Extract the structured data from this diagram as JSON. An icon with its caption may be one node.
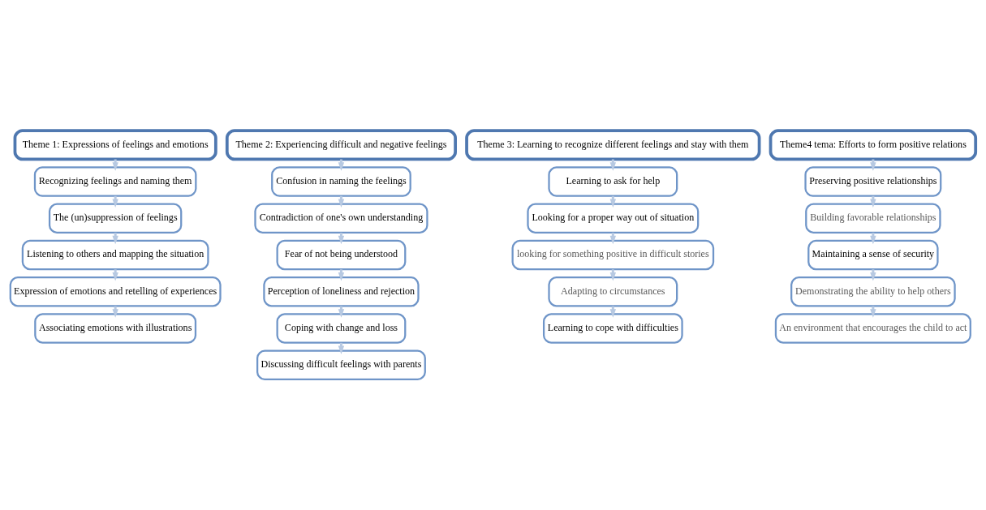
{
  "diagram": {
    "nodes": [
      {
        "text": [
          "Theme 1: Expressions of feelings and emotions"
        ]
      },
      {
        "text": [
          "Recognizing feelings and naming them"
        ]
      },
      {
        "text": [
          "The (un)suppression of feelings"
        ]
      },
      {
        "text": [
          "Listening to others and mapping the situation"
        ]
      },
      {
        "text": [
          "Expression of emotions and retelling of experiences"
        ]
      },
      {
        "text": [
          "Associating emotions with illustrations"
        ]
      },
      {
        "text": [
          "Theme 2: Experiencing difficult and negative feelings"
        ]
      },
      {
        "text": [
          "Confusion in naming the feelings"
        ]
      },
      {
        "text": [
          "Contradiction of one's own understanding"
        ]
      },
      {
        "text": [
          "Fear of not being understood"
        ]
      },
      {
        "text": [
          "Perception of loneliness and rejection"
        ]
      },
      {
        "text": [
          "Coping with change and loss"
        ]
      },
      {
        "text": [
          "Discussing difficult feelings with parents"
        ]
      },
      {
        "text": [
          "Theme 3: Learning to recognize different feelings and stay with them"
        ]
      },
      {
        "text": [
          "Learning to ask for help"
        ]
      },
      {
        "text": [
          "Looking for a proper way out of situation"
        ]
      },
      {
        "text": [
          "looking for something positive in difficult stories"
        ]
      },
      {
        "text": [
          "Adapting to circumstances"
        ]
      },
      {
        "text": [
          "Learning to cope with difficulties"
        ]
      },
      {
        "text": [
          "Theme4 tema: Efforts to form positive relations"
        ]
      },
      {
        "text": [
          "Preserving positive relationships"
        ]
      },
      {
        "text": [
          "Building favorable relationships"
        ]
      },
      {
        "text": [
          "Maintaining a sense of security"
        ]
      },
      {
        "text": [
          "Demonstrating the ability to help others"
        ]
      },
      {
        "text": [
          "An environment that encourages the child to act"
        ]
      }
    ],
    "edges": [
      {
        "from": 0,
        "to": 1,
        "arrow": "to"
      },
      {
        "from": 1,
        "to": 2,
        "arrow": "to"
      },
      {
        "from": 2,
        "to": 3,
        "arrow": "to"
      },
      {
        "from": 3,
        "to": 4,
        "arrow": "to"
      },
      {
        "from": 4,
        "to": 5,
        "arrow": "to"
      },
      {
        "from": 6,
        "to": 7,
        "arrow": "to"
      },
      {
        "from": 7,
        "to": 8,
        "arrow": "to"
      },
      {
        "from": 8,
        "to": 9,
        "arrow": "to"
      },
      {
        "from": 9,
        "to": 10,
        "arrow": "to"
      },
      {
        "from": 10,
        "to": 11,
        "arrow": "to"
      },
      {
        "from": 11,
        "to": 12,
        "arrow": "to"
      },
      {
        "from": 13,
        "to": 14,
        "arrow": "to"
      },
      {
        "from": 14,
        "to": 15,
        "arrow": "to"
      },
      {
        "from": 15,
        "to": 16,
        "arrow": "to"
      },
      {
        "from": 16,
        "to": 17,
        "arrow": "to"
      },
      {
        "from": 17,
        "to": 18,
        "arrow": "to"
      },
      {
        "from": 19,
        "to": 20,
        "arrow": "to"
      },
      {
        "from": 20,
        "to": 21,
        "arrow": "to"
      },
      {
        "from": 21,
        "to": 22,
        "arrow": "to"
      },
      {
        "from": 22,
        "to": 23,
        "arrow": "to"
      },
      {
        "from": 23,
        "to": 24,
        "arrow": "to"
      }
    ]
  }
}
